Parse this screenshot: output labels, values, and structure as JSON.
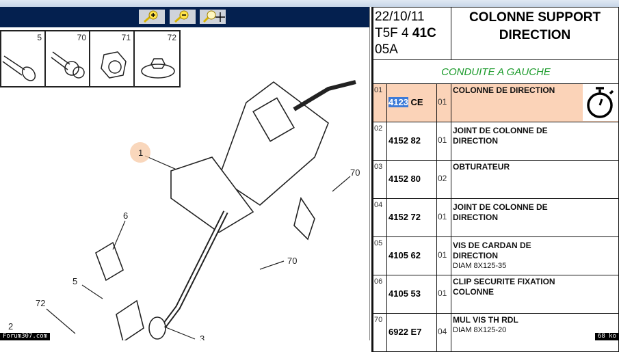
{
  "toolbar": {
    "buttons": [
      {
        "name": "zoom-in"
      },
      {
        "name": "zoom-out"
      },
      {
        "name": "zoom-pan"
      }
    ]
  },
  "diagram": {
    "thumbnails": [
      {
        "label": "5"
      },
      {
        "label": "70"
      },
      {
        "label": "71"
      },
      {
        "label": "72"
      }
    ],
    "callouts": [
      "1",
      "70",
      "6",
      "70",
      "5",
      "72",
      "2",
      "3"
    ]
  },
  "header": {
    "date": "22/10/11",
    "code_prefix": "T5F 4 ",
    "code_bold": "41C",
    "code_suffix": " 05A",
    "title_line1": "COLONNE SUPPORT",
    "title_line2": "DIRECTION",
    "subtitle": "CONDUITE A GAUCHE"
  },
  "parts": [
    {
      "num": "01",
      "ref_sel": "4123",
      "ref_rest": " CE",
      "qty": "01",
      "desc": "COLONNE DE DIRECTION",
      "sub": ""
    },
    {
      "num": "02",
      "ref": "4152 82",
      "qty": "01",
      "desc1": "JOINT DE COLONNE DE",
      "desc2": "DIRECTION",
      "sub": ""
    },
    {
      "num": "03",
      "ref": "4152 80",
      "qty": "02",
      "desc1": "OBTURATEUR",
      "desc2": "",
      "sub": ""
    },
    {
      "num": "04",
      "ref": "4152 72",
      "qty": "01",
      "desc1": "JOINT DE COLONNE DE",
      "desc2": "DIRECTION",
      "sub": ""
    },
    {
      "num": "05",
      "ref": "4105 62",
      "qty": "01",
      "desc1": "VIS DE CARDAN DE",
      "desc2": "DIRECTION",
      "sub": "DIAM 8X125-35"
    },
    {
      "num": "06",
      "ref": "4105 53",
      "qty": "01",
      "desc1": "CLIP SECURITE FIXATION",
      "desc2": "COLONNE",
      "sub": ""
    },
    {
      "num": "70",
      "ref": "6922 E7",
      "qty": "04",
      "desc1": "MUL VIS TH RDL",
      "desc2": "DIAM 8X125-20",
      "sub": ""
    }
  ],
  "footer": {
    "watermark": "Forum307.com",
    "size": "68 ko"
  },
  "colors": {
    "toolbar": "#04204f",
    "highlight": "#fbd3b8",
    "subtitle": "#1a9a2a"
  }
}
